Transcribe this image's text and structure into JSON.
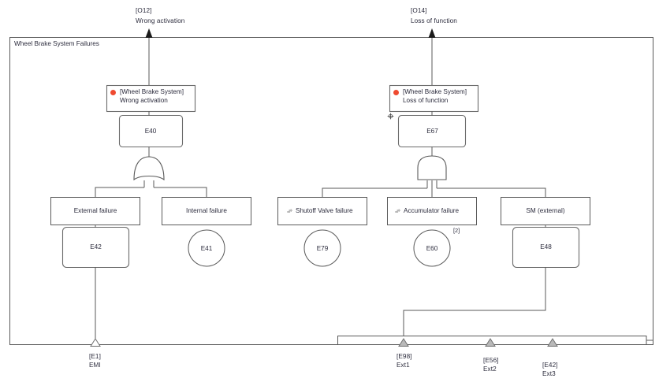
{
  "diagram": {
    "type": "fault-tree",
    "container_title": "Wheel Brake System Failures",
    "outputs": [
      {
        "id": "[O12]",
        "label": "Wrong activation"
      },
      {
        "id": "[O14]",
        "label": "Loss of function"
      }
    ],
    "top_events": [
      {
        "name": "wrong-activation",
        "line1": "[Wheel Brake System]",
        "line2": "Wrong activation",
        "icon": "red-dot-icon",
        "gate_box": "E40",
        "gate_type": "or-gate"
      },
      {
        "name": "loss-of-function",
        "line1": "[Wheel Brake System]",
        "line2": "Loss of function",
        "icon": "red-dot-icon",
        "gate_box": "E67",
        "gate_type": "and-gate",
        "badge_icon": "crosshair-icon"
      }
    ],
    "intermediate_events": [
      {
        "name": "external-failure",
        "label": "External failure",
        "node": "E42",
        "node_shape": "rounded-rect",
        "icon": null
      },
      {
        "name": "internal-failure",
        "label": "Internal failure",
        "node": "E41",
        "node_shape": "circle",
        "icon": null
      },
      {
        "name": "shutoff-valve-failure",
        "label": "Shutoff Valve failure",
        "node": "E79",
        "node_shape": "circle",
        "icon": "component-icon"
      },
      {
        "name": "accumulator-failure",
        "label": "Accumulator failure",
        "node": "E60",
        "node_shape": "circle",
        "icon": "component-icon",
        "multiplicity": "[2]"
      },
      {
        "name": "sm-external",
        "label": "SM (external)",
        "node": "E48",
        "node_shape": "rounded-rect",
        "icon": null
      }
    ],
    "external_ports": [
      {
        "name": "port-e1",
        "id": "[E1]",
        "label": "EMI",
        "marker": "hollow-triangle-icon"
      },
      {
        "name": "port-e98",
        "id": "[E98]",
        "label": "Ext1",
        "marker": "filled-triangle-icon"
      },
      {
        "name": "port-e56",
        "id": "[E56]",
        "label": "Ext2",
        "marker": "filled-triangle-icon"
      },
      {
        "name": "port-e42",
        "id": "[E42]",
        "label": "Ext3",
        "marker": "filled-triangle-icon"
      }
    ],
    "colors": {
      "stroke": "#4a4a4a",
      "text": "#2b2b3c",
      "accent_dot": "#ef4a30",
      "triangle_fill": "#b9b9b9",
      "background": "#ffffff"
    }
  }
}
